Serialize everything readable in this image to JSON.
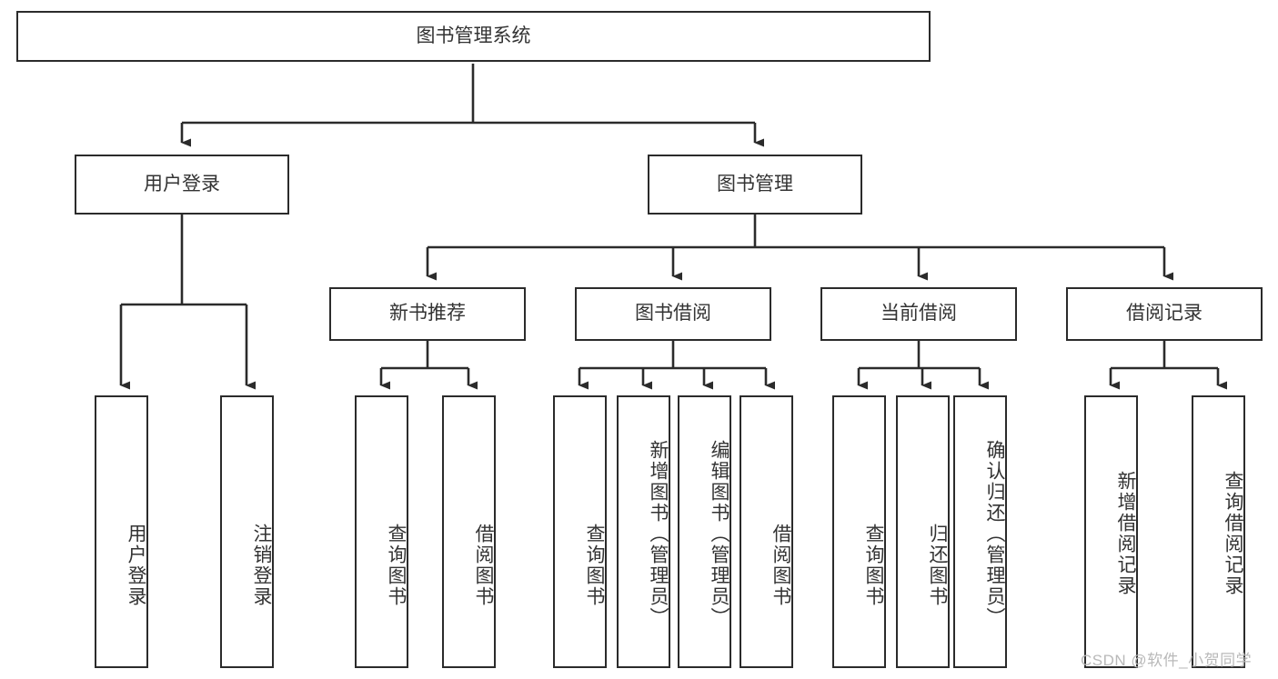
{
  "diagram": {
    "type": "hierarchy-tree",
    "title": "图书管理系统",
    "levels": 4,
    "root": {
      "id": "root",
      "label": "图书管理系统",
      "orientation": "horizontal"
    },
    "level2": [
      {
        "id": "user-login",
        "label": "用户登录",
        "orientation": "horizontal"
      },
      {
        "id": "book-manage",
        "label": "图书管理",
        "orientation": "horizontal"
      }
    ],
    "level3": [
      {
        "id": "new-book-rec",
        "label": "新书推荐",
        "orientation": "horizontal",
        "parent": "book-manage"
      },
      {
        "id": "book-borrow",
        "label": "图书借阅",
        "orientation": "horizontal",
        "parent": "book-manage"
      },
      {
        "id": "current-borrow",
        "label": "当前借阅",
        "orientation": "horizontal",
        "parent": "book-manage"
      },
      {
        "id": "borrow-record",
        "label": "借阅记录",
        "orientation": "horizontal",
        "parent": "book-manage"
      }
    ],
    "leaves": [
      {
        "id": "leaf-user-login",
        "label": "用户登录",
        "parent": "user-login",
        "orientation": "vertical"
      },
      {
        "id": "leaf-user-logout",
        "label": "注销登录",
        "parent": "user-login",
        "orientation": "vertical"
      },
      {
        "id": "leaf-query-book-1",
        "label": "查询图书",
        "parent": "new-book-rec",
        "orientation": "vertical"
      },
      {
        "id": "leaf-borrow-book-1",
        "label": "借阅图书",
        "parent": "new-book-rec",
        "orientation": "vertical"
      },
      {
        "id": "leaf-query-book-2",
        "label": "查询图书",
        "parent": "book-borrow",
        "orientation": "vertical"
      },
      {
        "id": "leaf-add-book",
        "label": "新增图书（管理员）",
        "parent": "book-borrow",
        "orientation": "vertical"
      },
      {
        "id": "leaf-edit-book",
        "label": "编辑图书（管理员）",
        "parent": "book-borrow",
        "orientation": "vertical"
      },
      {
        "id": "leaf-borrow-book-2",
        "label": "借阅图书",
        "parent": "book-borrow",
        "orientation": "vertical"
      },
      {
        "id": "leaf-query-book-3",
        "label": "查询图书",
        "parent": "current-borrow",
        "orientation": "vertical"
      },
      {
        "id": "leaf-return-book",
        "label": "归还图书",
        "parent": "current-borrow",
        "orientation": "vertical"
      },
      {
        "id": "leaf-confirm-return",
        "label": "确认归还（管理员）",
        "parent": "current-borrow",
        "orientation": "vertical"
      },
      {
        "id": "leaf-add-record",
        "label": "新增借阅记录",
        "parent": "borrow-record",
        "orientation": "vertical"
      },
      {
        "id": "leaf-query-record",
        "label": "查询借阅记录",
        "parent": "borrow-record",
        "orientation": "vertical"
      }
    ]
  },
  "watermark": {
    "text": "CSDN @软件_小贺同学"
  },
  "colors": {
    "stroke": "#2b2b2b",
    "fill": "#ffffff",
    "text": "#333333",
    "watermark": "#b9b9b9"
  }
}
